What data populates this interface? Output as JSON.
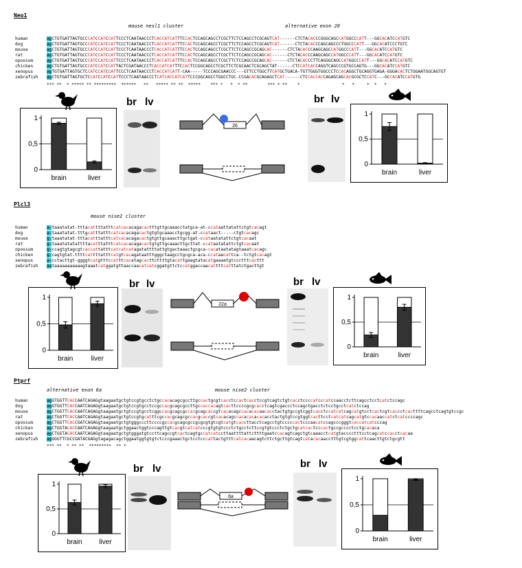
{
  "sections": [
    {
      "gene": "Neo1",
      "cluster_label": "mouse nesl1 cluster",
      "extra_label": "alternative exon 26",
      "exon_label": "26",
      "rows": [
        {
          "sp": "human",
          "seq": "agCTGTGATTAGTGCCCATCCATCCATTCCCTCAATAACCCTCACCATCATTTCCACTCCAGCAGCCTCGCTTCTCCAGCCTCGCAGTCAT------CTCTACACCCGGGCAGCCATGGCCCATT---GGCACATCCATGTC"
        },
        {
          "sp": "dog",
          "seq": "agCTGTGATTAGTGCCCATCCATCCATTCCCTCAATAACCCTCACCATCATTTCCACTCCAGCAGCCTCGCTTCTCCAGCCTCGCAGTCAT------CTCTACACCCAGCAGCCCTGGCCCATT---GGCACATCCCTGTC"
        },
        {
          "sp": "mouse",
          "seq": "agCTGTGATTAGTGCCCATCCATCCATTCCCTCAATAACCCTCACCATCATTTCCACTCCAGCAGCCTCGCTTCTCCAGCCGCAGCAC------CTCTACACCCAAGCAGCCATGGCCCATT---GGCACATCCATGTC"
        },
        {
          "sp": "rat",
          "seq": "agCTGTGATTAGTGCCCATCCATCCATTCCCTCAATAACCCTCACCATCATTTCCACTCCAGCAGCCTCGCTTCTCCAGCCGCAGCAC------CTCTACACCCAAGCAGCCATGGCCCATT---GGCACATCCATGTC"
        },
        {
          "sp": "opossum",
          "seq": "agCTGTGATTAGTGCCCATCCATCCATTCCCTCAATAACCCTCACCATCATTTCCACTCCAGCAGCCTCGCTTCTCCAGCCGCAGCAC------CTCTACACCCTTCAGGGCAGCCATGGCCCATT---GGCACATCCATGTC"
        },
        {
          "sp": "chicken",
          "seq": "agCTGTGATTAGTGCCCATCCATCCATTACTCGATAACCCTCACCATCATTTCCACTCCGGCAGCCTCGCTTCTCGCAACTCGCAGCTAT------CTCCATCACCAGGTCAGCCCGTGCCAGTG---GGCACATCCATGTC"
        },
        {
          "sp": "xenopus",
          "seq": "agTGTGATTAGTGCTCCATCCATCCATTCCCTCAATAACCCTCACCATCATT-CAA-----TCCCAGCGAACCC---GTTCCTGGCTTCATGCTGACA-TGTTGGGTGGCCCTCCACAGGCTGCAGGTGAGA-GGGACACTCTGGAATGGCAGTGT"
        },
        {
          "sp": "zebrafish",
          "seq": "agCTGTGATTAGTGCTCCATCCATCCATTCCCTCAATAACCCTCATCACCATCATTCCCGGCAGCCTGGCCTGC-CCGACACGCAGAGCTCAT------CTCCACCACCAGAGCAGCACGCGCTCCATC---GCCACATCCATGTG"
        }
      ],
      "conservation": "*** **  * ***** ** *********  ******   **   ***** ** **  *****    *** *   *  * **        *** * **    *                 *   *     *  *   *",
      "left_chart": {
        "animal": "chicken",
        "bars": [
          {
            "label": "brain",
            "value": 0.9,
            "err": 0.02
          },
          {
            "label": "liver",
            "value": 0.15,
            "err": 0.02
          }
        ],
        "yticks": [
          "0",
          "0,5",
          "1"
        ]
      },
      "right_chart": {
        "animal": "fish",
        "bars": [
          {
            "label": "brain",
            "value": 0.75,
            "err": 0.08
          },
          {
            "label": "liver",
            "value": 0.02,
            "err": 0.01
          }
        ],
        "yticks": [
          "0",
          "0,5",
          "1"
        ]
      }
    },
    {
      "gene": "Plcl3",
      "cluster_label": "mouse nise2 cluster",
      "extra_label": "",
      "exon_label": "22a",
      "rows": [
        {
          "sp": "human",
          "seq": "a-taaatatat-tttacattttatttcatcacacagacactttgttgcaaacctatgca-at-ccataattatattctgtcacagt"
        },
        {
          "sp": "dog",
          "seq": "a-taaatatat-tttgcatttatttcatcacacagacactgtgtgcaaacctgcgg-at-ccataact-----ctgtcacagc"
        },
        {
          "sp": "mouse",
          "seq": "g-taaatatat-tttacatttatttcatcacacagacactgtgttgcaaacttgctgat-ccataatatattctgtcacaat"
        },
        {
          "sp": "rat",
          "seq": "g-taaatatatattttacatttatttcatcacacagacactgtgttgcaaacttgcttat-ccataatatattctgtcacaat"
        },
        {
          "sp": "opossum",
          "seq": "g-ccagtgtagcgtcaccattatttcatcatcatagatattttattgtgactaaactgcgca-cacataatatagtaaatcacagc"
        },
        {
          "sp": "chicken",
          "seq": "g-cagtgtat-ttttcattttatttcatgtcacagataatttgggctaagcctgcgca-aca-ccataacattca--tctgtcacagt"
        },
        {
          "sp": "xenopus",
          "seq": "a-cctacttgt-ggggtcatgtttccatttcacatagcacttcttttgtacattgaagtatacatgaaaatgtccctttcacttt"
        },
        {
          "sp": "zebrafish",
          "seq": "aataaaaaaaaaaagtaaatcatggatgttaaccaacatcatcggatgttctccatggaccaacattttcatttatctgacttgt"
        }
      ],
      "conservation": "",
      "left_chart": {
        "animal": "chicken",
        "bars": [
          {
            "label": "brain",
            "value": 0.48,
            "err": 0.06
          },
          {
            "label": "liver",
            "value": 0.88,
            "err": 0.05
          }
        ],
        "yticks": [
          "0",
          "0,5",
          "1"
        ]
      },
      "right_chart": {
        "animal": "fish",
        "bars": [
          {
            "label": "brain",
            "value": 0.24,
            "err": 0.05
          },
          {
            "label": "liver",
            "value": 0.8,
            "err": 0.06
          }
        ],
        "yticks": [
          "0",
          "0,5",
          "1"
        ]
      }
    },
    {
      "gene": "Ptprf",
      "cluster_label": "mouse nise2 cluster",
      "extra_label": "alternative exon 6a",
      "exon_label": "6a",
      "rows": [
        {
          "sp": "human",
          "seq": "agGTGGTTCACCAATCAGAGgtaagaatgctgtccgtgcctctgccacacagcgccttgccactgcgtcacctccactcacctccgtcagtctgtcacctccccatcccatccaacctcttcagcctcctcatctccagc"
        },
        {
          "sp": "dog",
          "seq": "agGTGGTTCACCAATCAGAGgtaagaatgctgtccgtgcctccgccacgcagcgccttgccaccacagtcacttccccgcgcacctcagtcgaccctccagctgacctctcctgcctcatctccag"
        },
        {
          "sp": "mouse",
          "seq": "agCTGGTTCACCAATCAGAGgtaagaatgctgtccgtgcctcggccacgcagcgccacgcagcaccgtcacacagccacacacaacacctactgtgccgtcggtcacctccatcatcagcatgtcctcactcgtcaccctcacttttcagcctcagtgtccgc"
        },
        {
          "sp": "rat",
          "seq": "agCTGGTTCACCAATCAGAGgtaagaatgctgtccgtgcatttcgccacgcagcgccacgcaccgtcacacagccacacacacacacctactgtgtccgtggtcacttcctcatcatcagcatgtccacaaccatctcatccccagc"
        },
        {
          "sp": "opossum",
          "seq": "agCTGGTTCACCGATCAGAGgtaagaatgctgtgggcccttccccgccacgcagcgccgcgcgtgtcgtcatgtcaccttacctcagcctgtcccccactcccaacatccagcccgggtcaccatcatcccag"
        },
        {
          "sp": "chicken",
          "seq": "agCTGGTACACCAATCAGAGgtaagaatgctggaactggtcccagttgtcacgtcatcatcccgtgtgtccctctgcctcttccgtgtccctctgctgcatcactcccactgccgcccctcctgcacaca"
        },
        {
          "sp": "xenopus",
          "seq": "agCTGGTACACCAATCAGAGgtaagaatgctgtgggatgtccttcagccgtcactcagtgccatcatccttaattttattcttttgaatccacagtcagctgtcaaacctcatgtacccctttcctcagcatccacctcacaa"
        },
        {
          "sp": "zebrafish",
          "seq": "agGGGTTCGCCGATACGAGgtagagacagctggaatggtgtgtctcccgaaactgctcctcccattactgtttcatcacaacagtcttctgcttgtcagtcatacacaacctttgtcgtggcattcaacttgtctgcgtt"
        }
      ],
      "conservation": "*** **  * ** **  *********  ** *",
      "left_chart": {
        "animal": "chicken",
        "bars": [
          {
            "label": "brain",
            "value": 0.63,
            "err": 0.05
          },
          {
            "label": "liver",
            "value": 0.96,
            "err": 0.03
          }
        ],
        "yticks": [
          "0",
          "0,5",
          "1"
        ]
      },
      "right_chart": {
        "animal": "fish",
        "bars": [
          {
            "label": "brain",
            "value": 0.3,
            "err": 0.0
          },
          {
            "label": "liver",
            "value": 0.98,
            "err": 0.01
          }
        ],
        "yticks": [
          "0",
          "0,5",
          "1"
        ]
      }
    }
  ],
  "gel_labels": {
    "br": "br",
    "lv": "lv"
  },
  "colors": {
    "bar": "#333333",
    "highlight": "#2ec7d6",
    "red": "#d81c1c",
    "blue_dot": "#3a6ee8",
    "red_dot": "#e00000"
  }
}
